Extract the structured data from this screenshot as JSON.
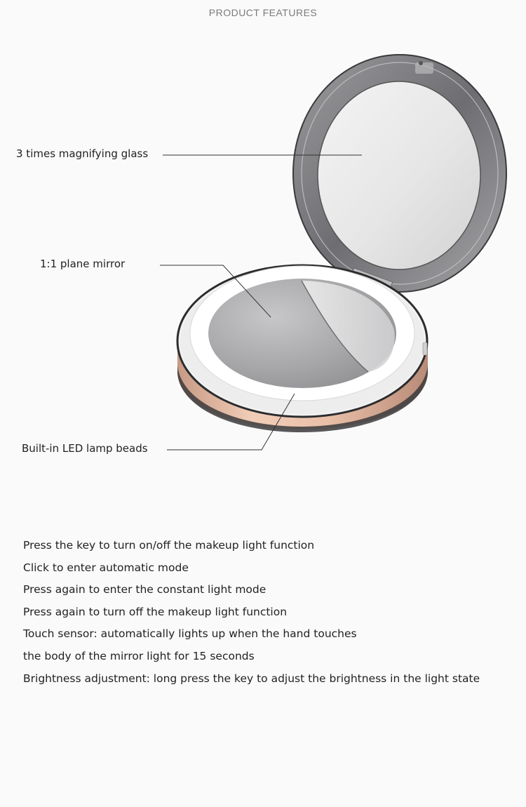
{
  "header": {
    "title": "PRODUCT FEATURES"
  },
  "callouts": {
    "magnifying": "3 times magnifying glass",
    "plane": "1:1 plane mirror",
    "led": "Built-in LED lamp beads"
  },
  "features": [
    "Press the key to turn on/off the makeup light function",
    "Click to enter automatic mode",
    "Press again to enter the constant light mode",
    "Press again to turn off the makeup light function",
    "Touch sensor: automatically lights up when the hand touches",
    "the body of the mirror light for 15 seconds",
    "Brightness adjustment: long press the key to adjust the brightness in the light state"
  ],
  "colors": {
    "background": "#fafafa",
    "rose_gold": "#e8bfa8",
    "lid_grey": "#7b7b7d",
    "led_ring": "#ffffff"
  }
}
